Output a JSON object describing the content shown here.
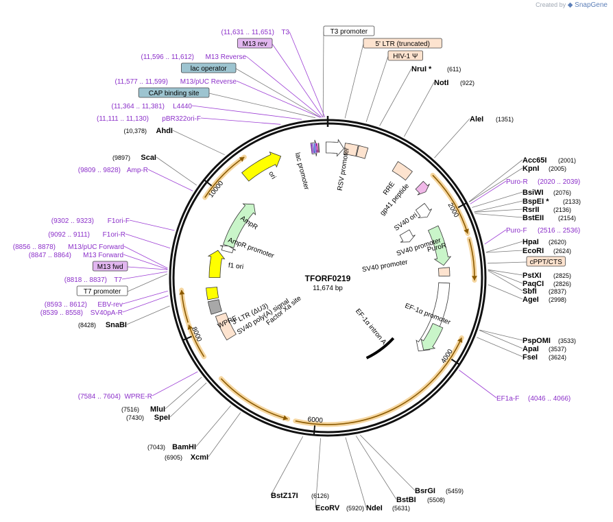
{
  "watermark": {
    "prefix": "Created by",
    "brand": "SnapGene"
  },
  "plasmid": {
    "name": "TFORF0219",
    "size_label": "11,674 bp",
    "length": 11674
  },
  "ticks": [
    {
      "pos": 2000,
      "label": "2000"
    },
    {
      "pos": 4000,
      "label": "4000"
    },
    {
      "pos": 6000,
      "label": "6000"
    },
    {
      "pos": 8000,
      "label": "8000"
    },
    {
      "pos": 10000,
      "label": "10000"
    }
  ],
  "right_labels": [
    {
      "kind": "box",
      "text": "T3 promoter",
      "color": "#ffffff",
      "pos": 11620
    },
    {
      "kind": "box",
      "text": "5' LTR (truncated)",
      "color": "#fde3cf",
      "pos": 200
    },
    {
      "kind": "box",
      "text": "HIV-1 Ψ",
      "color": "#fde3cf",
      "pos": 450
    },
    {
      "kind": "enz",
      "text": "NruI *",
      "pos_text": "(611)",
      "pos": 611
    },
    {
      "kind": "enz",
      "text": "NotI",
      "pos_text": "(922)",
      "pos": 922
    },
    {
      "kind": "enz",
      "text": "AleI",
      "pos_text": "(1351)",
      "pos": 1351
    },
    {
      "kind": "enz",
      "text": "Acc65I",
      "pos_text": "(2001)",
      "pos": 2001
    },
    {
      "kind": "enz",
      "text": "KpnI",
      "pos_text": "(2005)",
      "pos": 2005
    },
    {
      "kind": "primer",
      "text": "Puro-R",
      "pos_text": "(2020 .. 2039)",
      "pos": 2030
    },
    {
      "kind": "enz",
      "text": "BsiWI",
      "pos_text": "(2076)",
      "pos": 2076
    },
    {
      "kind": "enz",
      "text": "BspEI *",
      "pos_text": "(2133)",
      "pos": 2133
    },
    {
      "kind": "enz",
      "text": "RsrII",
      "pos_text": "(2136)",
      "pos": 2136
    },
    {
      "kind": "enz",
      "text": "BstEII",
      "pos_text": "(2154)",
      "pos": 2154
    },
    {
      "kind": "primer",
      "text": "Puro-F",
      "pos_text": "(2516 .. 2536)",
      "pos": 2526
    },
    {
      "kind": "enz",
      "text": "HpaI",
      "pos_text": "(2620)",
      "pos": 2620
    },
    {
      "kind": "enz",
      "text": "EcoRI",
      "pos_text": "(2624)",
      "pos": 2624
    },
    {
      "kind": "box",
      "text": "cPPT/CTS",
      "color": "#fde3cf",
      "pos": 2750
    },
    {
      "kind": "enz",
      "text": "PstXI",
      "pos_text": "(2825)",
      "pos": 2825
    },
    {
      "kind": "enz",
      "text": "PaqCI",
      "pos_text": "(2826)",
      "pos": 2826
    },
    {
      "kind": "enz",
      "text": "SbfI",
      "pos_text": "(2837)",
      "pos": 2837
    },
    {
      "kind": "enz",
      "text": "AgeI",
      "pos_text": "(2998)",
      "pos": 2998
    },
    {
      "kind": "enz",
      "text": "PspOMI",
      "pos_text": "(3533)",
      "pos": 3533
    },
    {
      "kind": "enz",
      "text": "ApaI",
      "pos_text": "(3537)",
      "pos": 3537
    },
    {
      "kind": "enz",
      "text": "FseI",
      "pos_text": "(3624)",
      "pos": 3624
    },
    {
      "kind": "primer",
      "text": "EF1a-F",
      "pos_text": "(4046 .. 4066)",
      "pos": 4056
    },
    {
      "kind": "enz",
      "text": "BsrGI",
      "pos_text": "(5459)",
      "pos": 5459
    },
    {
      "kind": "enz",
      "text": "BstBI",
      "pos_text": "(5508)",
      "pos": 5508
    },
    {
      "kind": "enz",
      "text": "NdeI",
      "pos_text": "(5631)",
      "pos": 5631
    },
    {
      "kind": "enz",
      "text": "EcoRV",
      "pos_text": "(5920)",
      "pos": 5920
    },
    {
      "kind": "enz",
      "text": "BstZ17I",
      "pos_text": "(6126)",
      "pos": 6126
    }
  ],
  "left_labels": [
    {
      "kind": "primer",
      "text": "T3",
      "pos_text": "(11,631 .. 11,651)",
      "pos": 11641
    },
    {
      "kind": "pbox",
      "text": "M13 rev",
      "color": "#e2b7f0",
      "pos": 11620
    },
    {
      "kind": "primer",
      "text": "M13 Reverse",
      "pos_text": "(11,596 .. 11,612)",
      "pos": 11604
    },
    {
      "kind": "box",
      "text": "lac operator",
      "color": "#9dc4d0",
      "pos": 11590
    },
    {
      "kind": "primer",
      "text": "M13/pUC Reverse",
      "pos_text": "(11,577 .. 11,599)",
      "pos": 11588
    },
    {
      "kind": "box",
      "text": "CAP binding site",
      "color": "#9dc4d0",
      "pos": 11530
    },
    {
      "kind": "primer",
      "text": "L4440",
      "pos_text": "(11,364 .. 11,381)",
      "pos": 11372
    },
    {
      "kind": "primer",
      "text": "pBR322ori-F",
      "pos_text": "(11,111 .. 11,130)",
      "pos": 11120
    },
    {
      "kind": "enz",
      "text": "AhdI",
      "pos_text": "(10,378)",
      "pos": 10378
    },
    {
      "kind": "enz",
      "text": "ScaI",
      "pos_text": "(9897)",
      "pos": 9897
    },
    {
      "kind": "primer",
      "text": "Amp-R",
      "pos_text": "(9809 .. 9828)",
      "pos": 9818
    },
    {
      "kind": "primer",
      "text": "F1ori-F",
      "pos_text": "(9302 .. 9323)",
      "pos": 9312
    },
    {
      "kind": "primer",
      "text": "F1ori-R",
      "pos_text": "(9092 .. 9111)",
      "pos": 9101
    },
    {
      "kind": "primer",
      "text": "M13/pUC Forward",
      "pos_text": "(8856 .. 8878)",
      "pos": 8867
    },
    {
      "kind": "primer",
      "text": "M13 Forward",
      "pos_text": "(8847 .. 8864)",
      "pos": 8855
    },
    {
      "kind": "pbox",
      "text": "M13 fwd",
      "color": "#e2b7f0",
      "pos": 8850
    },
    {
      "kind": "primer",
      "text": "T7",
      "pos_text": "(8818 .. 8837)",
      "pos": 8827
    },
    {
      "kind": "box",
      "text": "T7 promoter",
      "color": "#ffffff",
      "pos": 8800
    },
    {
      "kind": "primer",
      "text": "EBV-rev",
      "pos_text": "(8593 .. 8612)",
      "pos": 8602
    },
    {
      "kind": "primer",
      "text": "SV40pA-R",
      "pos_text": "(8539 .. 8558)",
      "pos": 8548
    },
    {
      "kind": "enz",
      "text": "SnaBI",
      "pos_text": "(8428)",
      "pos": 8428
    },
    {
      "kind": "primer",
      "text": "WPRE-R",
      "pos_text": "(7584 .. 7604)",
      "pos": 7594
    },
    {
      "kind": "enz",
      "text": "MluI",
      "pos_text": "(7516)",
      "pos": 7516
    },
    {
      "kind": "enz",
      "text": "SpeI",
      "pos_text": "(7430)",
      "pos": 7430
    },
    {
      "kind": "enz",
      "text": "BamHI",
      "pos_text": "(7043)",
      "pos": 7043
    },
    {
      "kind": "enz",
      "text": "XcmI",
      "pos_text": "(6905)",
      "pos": 6905
    }
  ],
  "orfs": [
    {
      "start": 1480,
      "end": 2350,
      "dir": 1
    },
    {
      "start": 2420,
      "end": 2950,
      "dir": 1
    },
    {
      "start": 3700,
      "end": 6250,
      "dir": -1
    },
    {
      "start": 6350,
      "end": 7350,
      "dir": -1
    },
    {
      "start": 7700,
      "end": 8150,
      "dir": 1
    },
    {
      "start": 8180,
      "end": 8600,
      "dir": 1
    },
    {
      "start": 9830,
      "end": 10550,
      "dir": 1
    }
  ],
  "inner_features": [
    {
      "text": "RSV promoter",
      "color": "#ffffff",
      "shape": "arrow",
      "start": 11650,
      "end": 230,
      "r": 190
    },
    {
      "text": "",
      "color": "#fde3cf",
      "shape": "box",
      "start": 240,
      "end": 420,
      "r": 190
    },
    {
      "text": "",
      "color": "#fde3cf",
      "shape": "box",
      "start": 430,
      "end": 560,
      "r": 190
    },
    {
      "text": "RRE",
      "color": "#fde3cf",
      "shape": "box",
      "start": 1010,
      "end": 1250,
      "r": 190
    },
    {
      "text": "gp41 peptide",
      "color": "#f0b8e8",
      "shape": "arrow",
      "start": 1450,
      "end": 1580,
      "r": 190
    },
    {
      "text": "SV40 ori",
      "color": "#ffffff",
      "shape": "arrow",
      "start": 1700,
      "end": 1900,
      "r": 170
    },
    {
      "text": "SV40 promoter",
      "color": "#ffffff",
      "shape": "arrow",
      "start": 1930,
      "end": 2150,
      "r": 130
    },
    {
      "text": "PuroR",
      "color": "#c9f5c9",
      "shape": "arrow",
      "start": 2100,
      "end": 2720,
      "r": 170
    },
    {
      "text": "",
      "color": "#fde3cf",
      "shape": "box",
      "start": 2760,
      "end": 2890,
      "r": 170
    },
    {
      "text": "EF-1α promoter",
      "color": "#ffffff",
      "shape": "arrow",
      "start": 3000,
      "end": 4180,
      "r": 170
    },
    {
      "text": "",
      "color": "#c9f5c9",
      "shape": "arrow",
      "start": 3680,
      "end": 4120,
      "r": 175
    },
    {
      "text": "",
      "color": "#fde3cf",
      "shape": "box",
      "start": 7730,
      "end": 8140,
      "r": 165
    },
    {
      "text": "",
      "color": "#a8a8a8",
      "shape": "box",
      "start": 8190,
      "end": 8390,
      "r": 170
    },
    {
      "text": "",
      "color": "#ffff00",
      "shape": "box",
      "start": 8420,
      "end": 8600,
      "r": 170
    },
    {
      "text": "f1 ori",
      "color": "#ffff00",
      "shape": "arrow",
      "start": 8760,
      "end": 9210,
      "r": 165
    },
    {
      "text": "AmpR promoter",
      "color": "#ffffff",
      "shape": "arrow",
      "start": 9230,
      "end": 9330,
      "r": 152
    },
    {
      "text": "AmpR",
      "color": "#c9f5c9",
      "shape": "arrow",
      "start": 9330,
      "end": 10210,
      "r": 152
    },
    {
      "text": "ori",
      "color": "#ffff00",
      "shape": "arrow",
      "start": 10400,
      "end": 10990,
      "r": 190
    },
    {
      "text": "lac promoter",
      "color": "#ffffff",
      "shape": "arrow",
      "start": 11440,
      "end": 11530,
      "r": 190
    }
  ],
  "inner_text_labels": [
    "RSV promoter",
    "RRE",
    "gp41 peptide",
    "SV40 ori",
    "SV40 promoter",
    "PuroR",
    "SV40 promoter",
    "EF-1α promoter",
    "EF-1α intron A",
    "Factor Xa site",
    "SV40 poly(A) signal",
    "3' LTR (ΔU3)",
    "WPRE",
    "f1 ori",
    "AmpR promoter",
    "AmpR",
    "ori",
    "lac promoter"
  ]
}
